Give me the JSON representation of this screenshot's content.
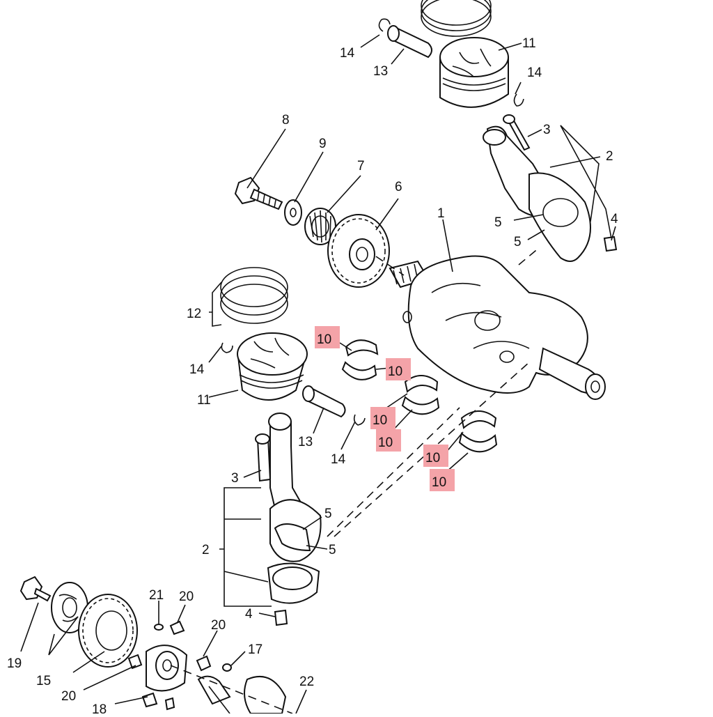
{
  "diagram": {
    "callouts": {
      "c1": "1",
      "c2a": "2",
      "c2b": "2",
      "c3a": "3",
      "c3b": "3",
      "c4a": "4",
      "c4b": "4",
      "c5a": "5",
      "c5b": "5",
      "c5c": "5",
      "c5d": "5",
      "c6": "6",
      "c7": "7",
      "c8": "8",
      "c9": "9",
      "c10a": "10",
      "c10b": "10",
      "c10c": "10",
      "c10d": "10",
      "c10e": "10",
      "c10f": "10",
      "c11a": "11",
      "c11b": "11",
      "c12": "12",
      "c13a": "13",
      "c13b": "13",
      "c14a": "14",
      "c14b": "14",
      "c14c": "14",
      "c14d": "14",
      "c15": "15",
      "c17": "17",
      "c18": "18",
      "c19": "19",
      "c20a": "20",
      "c20b": "20",
      "c20c": "20",
      "c21": "21",
      "c22": "22"
    },
    "highlight_color": "#f4a3a8"
  }
}
